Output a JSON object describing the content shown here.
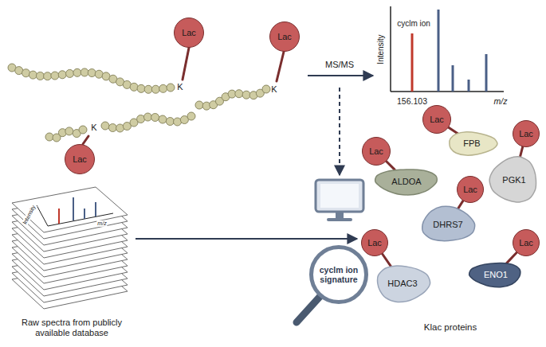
{
  "diagram": {
    "nodes": [
      {
        "text": [
          "Lac"
        ]
      },
      {
        "text": [
          "Lac"
        ]
      },
      {
        "text": [
          "Lac"
        ]
      },
      {
        "text": [
          "Lac"
        ]
      },
      {
        "text": [
          "FPB"
        ]
      },
      {
        "text": [
          "Lac"
        ]
      },
      {
        "text": [
          "ALDOA"
        ]
      },
      {
        "text": [
          "Lac"
        ]
      },
      {
        "text": [
          "PGK1"
        ]
      },
      {
        "text": [
          "Lac"
        ]
      },
      {
        "text": [
          "DHRS7"
        ]
      },
      {
        "text": [
          "Lac"
        ]
      },
      {
        "text": [
          "HDAC3"
        ]
      },
      {
        "text": [
          "Lac"
        ]
      },
      {
        "text": [
          "ENO1"
        ]
      },
      {
        "text": [
          "cyclm ion signature"
        ]
      }
    ],
    "edges": [
      {
        "from": 3,
        "to": 4,
        "arrow": "none"
      },
      {
        "from": 5,
        "to": 6,
        "arrow": "none"
      },
      {
        "from": 7,
        "to": 8,
        "arrow": "none"
      },
      {
        "from": 9,
        "to": 10,
        "arrow": "none"
      },
      {
        "from": 11,
        "to": 12,
        "arrow": "none"
      },
      {
        "from": 13,
        "to": 14,
        "arrow": "none"
      }
    ],
    "labels": [
      "K",
      "K",
      "K",
      "MS/MS",
      "Intensity",
      "cyclm ion",
      "156.103",
      "m/z",
      "Intensity",
      "m/z",
      "Raw spectra from publicly available database",
      "Klac proteins"
    ]
  }
}
